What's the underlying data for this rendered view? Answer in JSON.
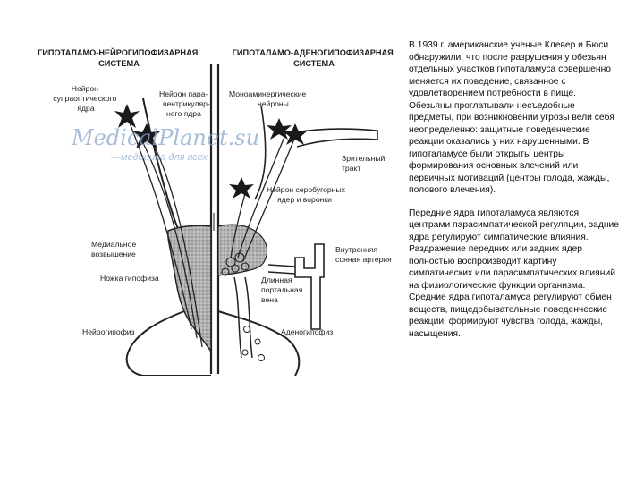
{
  "diagram": {
    "title_left": [
      "ГИПОТАЛАМО-НЕЙРОГИПОФИЗАРНАЯ",
      "СИСТЕМА"
    ],
    "title_right": [
      "ГИПОТАЛАМО-АДЕНОГИПОФИЗАРНАЯ",
      "СИСТЕМА"
    ],
    "labels": {
      "supraoptic": [
        "Нейрон",
        "супраоптического",
        "ядра"
      ],
      "paraventricular": [
        "Нейрон пара-",
        "вентрикуляр-",
        "ного ядра"
      ],
      "monoamine": [
        "Моноаминергические",
        "нейроны"
      ],
      "optic_tract": [
        "Зрительный",
        "тракт"
      ],
      "tuberal": [
        "Нейрон серобугорных",
        "ядер и воронки"
      ],
      "median_eminence": [
        "Медиальное",
        "возвышение"
      ],
      "carotid": [
        "Внутренняя",
        "сонная артерия"
      ],
      "stalk": [
        "Ножка гипофиза"
      ],
      "portal_vein": [
        "Длинная",
        "портальная",
        "вена"
      ],
      "neurohypophysis": [
        "Нейрогипофиз"
      ],
      "adenohypophysis": [
        "Аденогипофиз"
      ]
    },
    "watermark": {
      "brand": "MedicalPlanet.su",
      "tagline": "—медицина для всех"
    }
  },
  "text": {
    "paragraphs": [
      "В 1939 г. американские ученые Клевер и Бюси обнаружили, что после разрушения у обезьян отдельных участков гипоталамуса совершенно меняется их поведение, связанное с удовлетворением потребности в пище. Обезьяны проглатывали несъедобные предметы, при возникновении угрозы вели себя неопределенно: защитные поведенческие реакции оказались у них нарушенными. В гипоталамусе были открыты центры формирования основных влечений или первичных мотиваций (центры голода, жажды, полового влечения).",
      "Передние ядра гипоталамуса являются центрами парасимпатической регуляции, задние ядра регулируют симпатические влияния. Раздражение передних или задних ядер полностью воспроизводит картину симпатических или парасимпатических влияний на физиологические функции организма. Средние ядра гипоталамуса регулируют обмен веществ, пищедобывательные поведенческие реакции, формируют чувства голода, жажды, насыщения."
    ]
  }
}
